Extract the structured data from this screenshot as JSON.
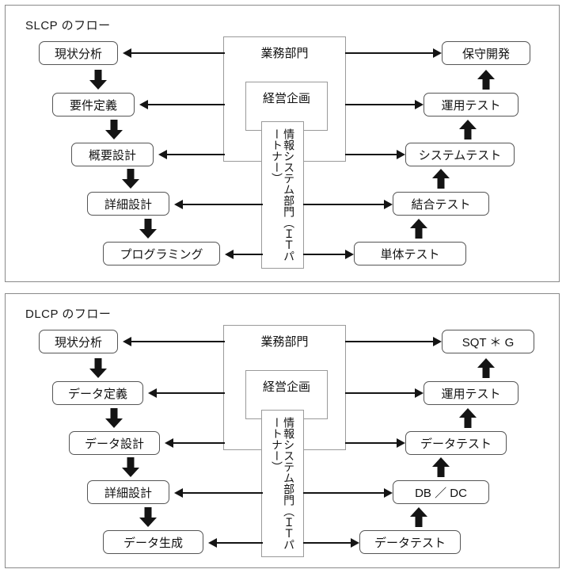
{
  "panels": [
    {
      "id": "slcp",
      "title": "SLCP のフロー",
      "left_column": [
        {
          "label": "現状分析"
        },
        {
          "label": "要件定義"
        },
        {
          "label": "概要設計"
        },
        {
          "label": "詳細設計"
        },
        {
          "label": "プログラミング"
        }
      ],
      "right_column": [
        {
          "label": "保守開発"
        },
        {
          "label": "運用テスト"
        },
        {
          "label": "システムテスト"
        },
        {
          "label": "結合テスト"
        },
        {
          "label": "単体テスト"
        }
      ],
      "center": {
        "business_unit": "業務部門",
        "management_planning": "経営企画",
        "it_department": "情報システム部門（ＩＴパートナー）"
      }
    },
    {
      "id": "dlcp",
      "title": "DLCP のフロー",
      "left_column": [
        {
          "label": "現状分析"
        },
        {
          "label": "データ定義"
        },
        {
          "label": "データ設計"
        },
        {
          "label": "詳細設計"
        },
        {
          "label": "データ生成"
        }
      ],
      "right_column": [
        {
          "label": "SQT ＊ G"
        },
        {
          "label": "運用テスト"
        },
        {
          "label": "データテスト"
        },
        {
          "label": "DB ／ DC"
        },
        {
          "label": "データテスト"
        }
      ],
      "center": {
        "business_unit": "業務部門",
        "management_planning": "経営企画",
        "it_department": "情報システム部門（ＩＴパートナー）"
      }
    }
  ],
  "colors": {
    "panel_border": "#8a8a8a",
    "box_border": "#555555",
    "arrow": "#141414",
    "text": "#111111",
    "background": "#ffffff"
  }
}
